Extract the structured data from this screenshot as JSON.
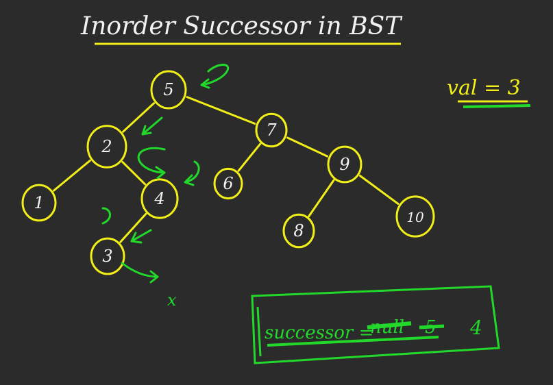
{
  "title": "Inorder Successor in BST",
  "val_label": "val = 3",
  "colors": {
    "background": "#2b2b2b",
    "chalk_white": "#f2f2f2",
    "tree_yellow": "#f2ef18",
    "annotation_green": "#22d82a"
  },
  "tree": {
    "nodes": [
      {
        "id": "n5",
        "label": "5"
      },
      {
        "id": "n2",
        "label": "2"
      },
      {
        "id": "n7",
        "label": "7"
      },
      {
        "id": "n1",
        "label": "1"
      },
      {
        "id": "n4",
        "label": "4"
      },
      {
        "id": "n6",
        "label": "6"
      },
      {
        "id": "n9",
        "label": "9"
      },
      {
        "id": "n3",
        "label": "3"
      },
      {
        "id": "n8",
        "label": "8"
      },
      {
        "id": "n10",
        "label": "10"
      }
    ],
    "edges": [
      [
        "n5",
        "n2"
      ],
      [
        "n5",
        "n7"
      ],
      [
        "n2",
        "n1"
      ],
      [
        "n2",
        "n4"
      ],
      [
        "n4",
        "n3"
      ],
      [
        "n7",
        "n6"
      ],
      [
        "n7",
        "n9"
      ],
      [
        "n9",
        "n8"
      ],
      [
        "n9",
        "n10"
      ]
    ]
  },
  "annotations": {
    "null_mark": "x",
    "result_label": "successor =",
    "struck_value": "null",
    "struck_value_2": "5",
    "final_value": "4"
  }
}
